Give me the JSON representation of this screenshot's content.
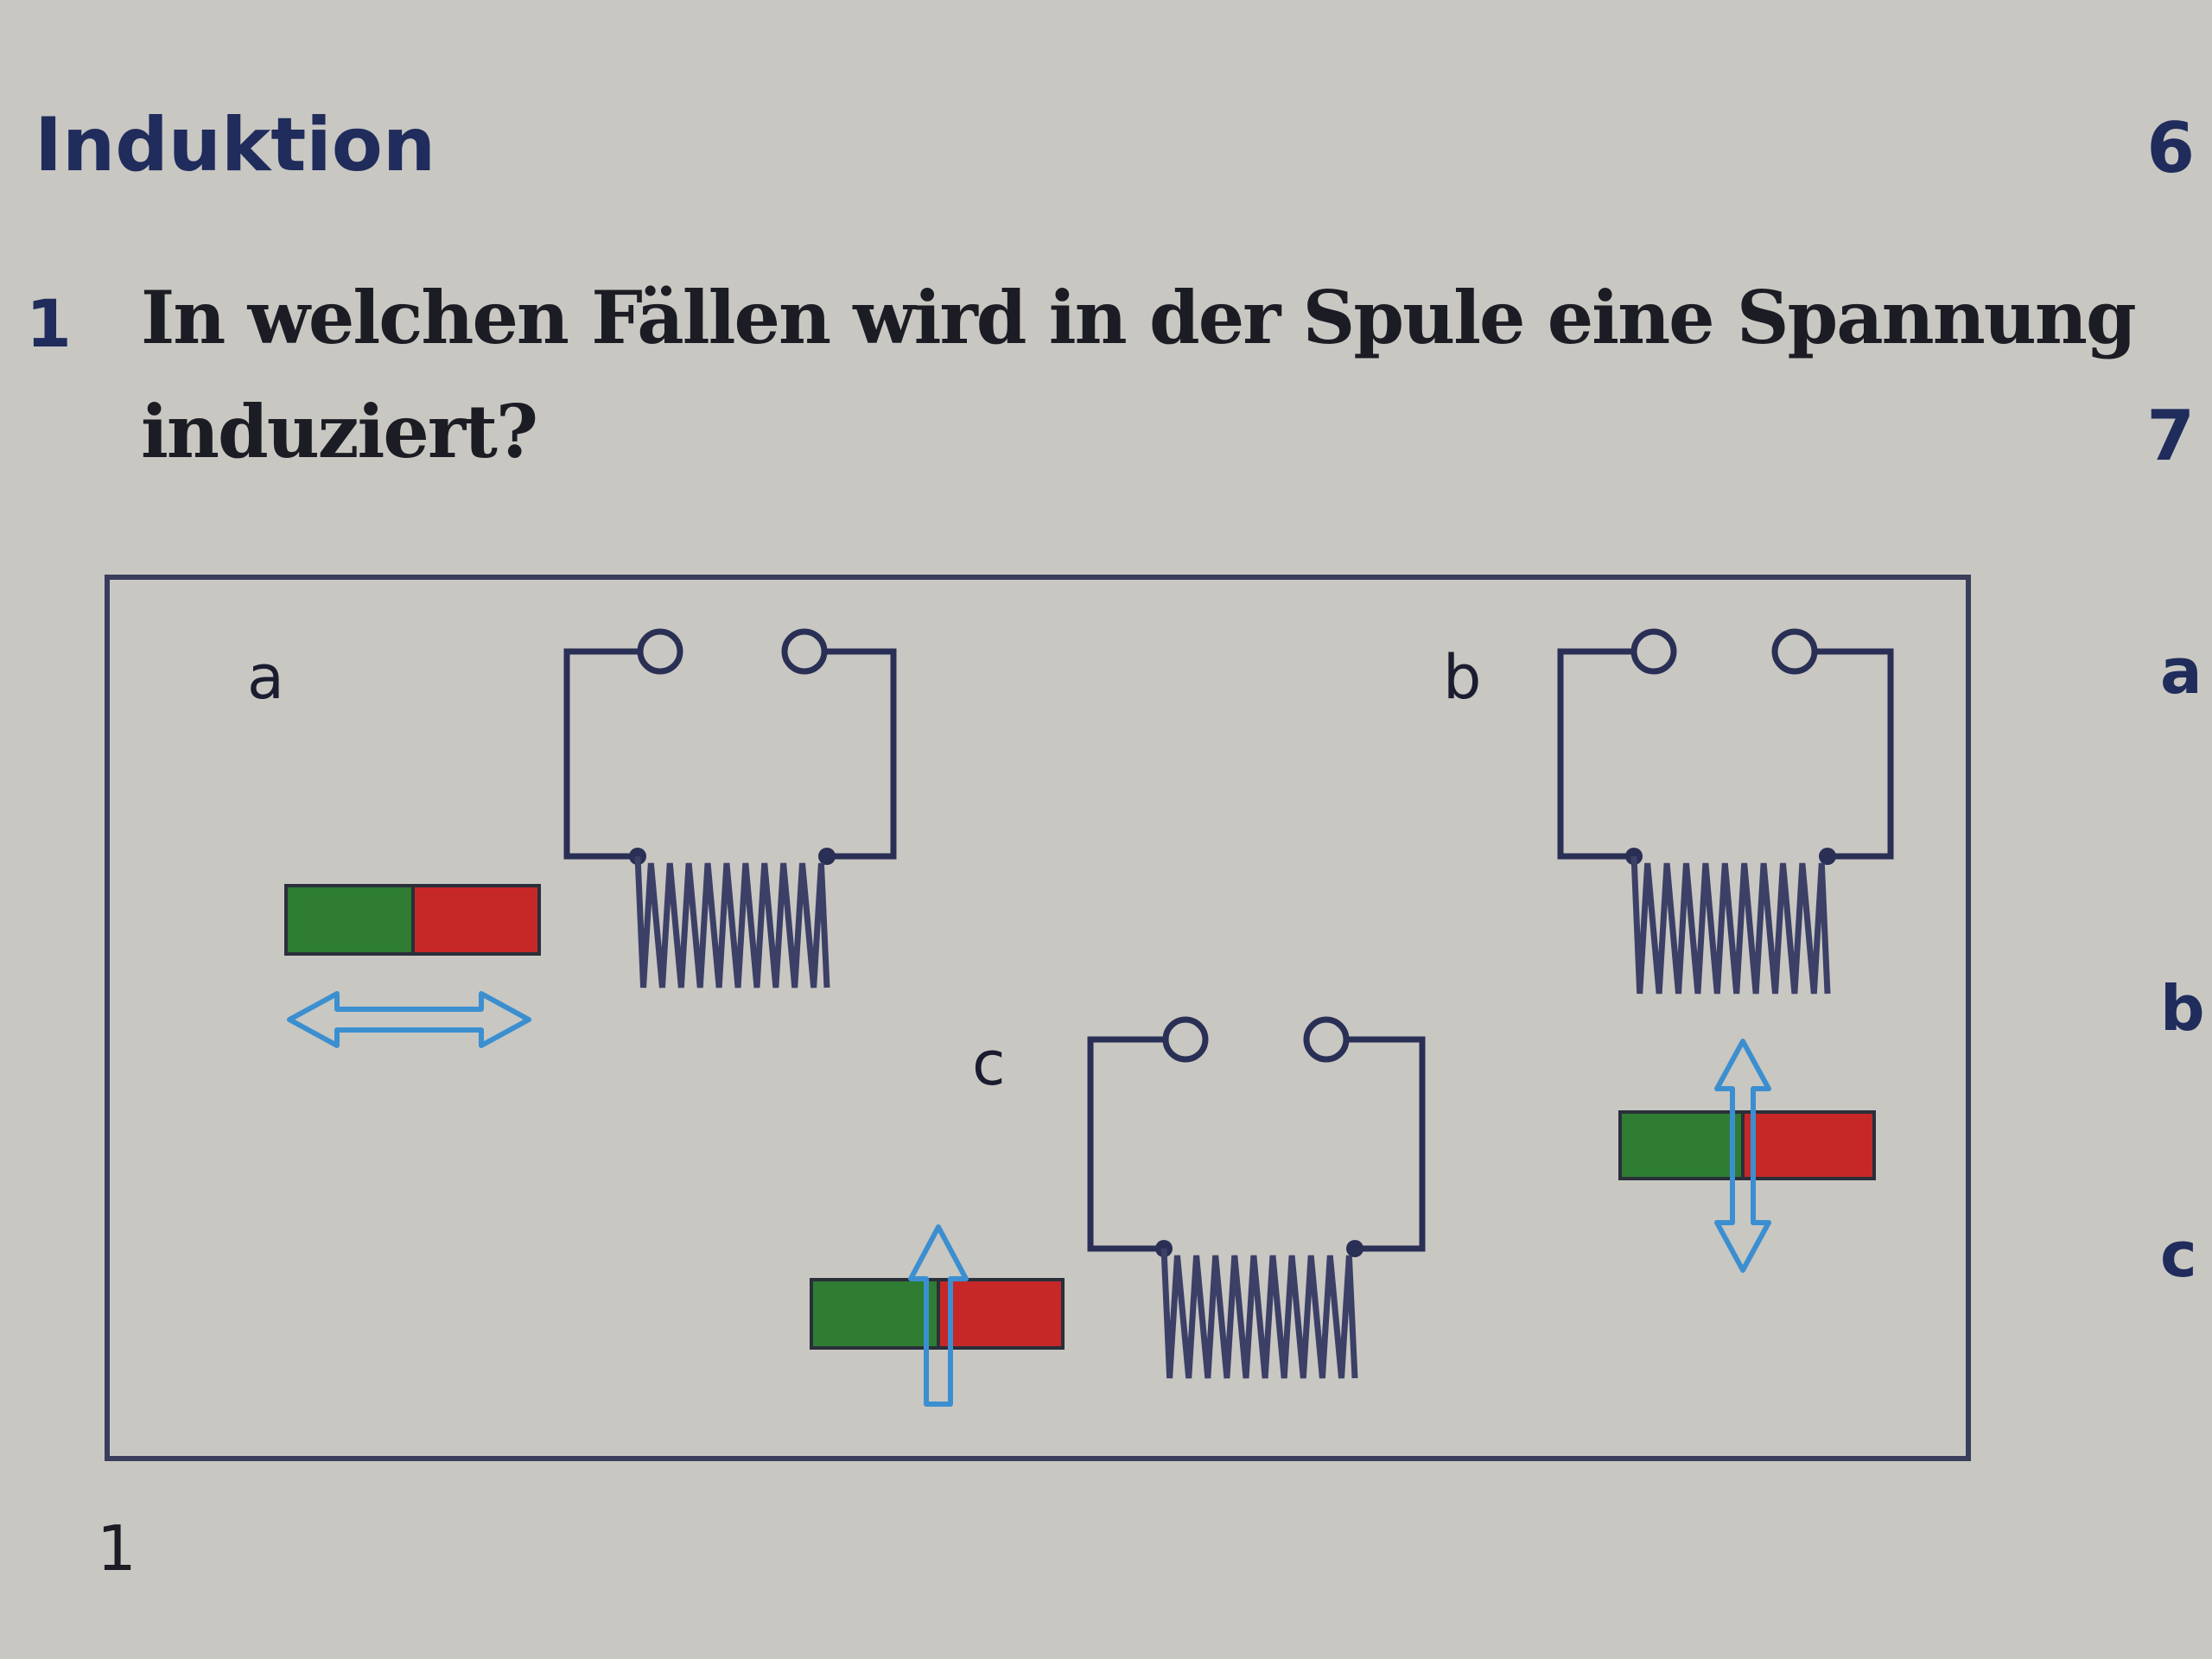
{
  "header": {
    "title": "Induktion",
    "page_number_top": "6",
    "page_number_second": "7"
  },
  "question": {
    "number": "1",
    "line1": "In welchen Fällen wird in der Spule eine Spannung",
    "line2": "induziert?"
  },
  "figure": {
    "cases": [
      {
        "label": "a",
        "motion": "horizontal-double-arrow"
      },
      {
        "label": "b",
        "motion": "vertical-double-arrow"
      },
      {
        "label": "c",
        "motion": "up-arrow"
      }
    ],
    "colors": {
      "north": "#c62828",
      "south": "#2e7d32",
      "arrow": "#3b8fd0",
      "wire": "#2a2f55"
    }
  },
  "margin_labels": [
    "a",
    "b",
    "c"
  ],
  "footer": {
    "number": "1"
  }
}
